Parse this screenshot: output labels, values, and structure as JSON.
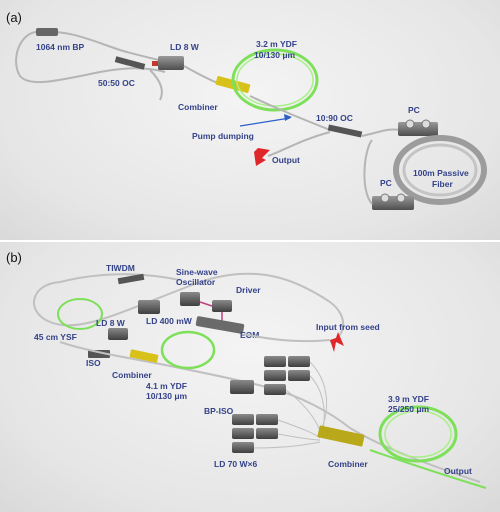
{
  "panel_a": {
    "tag": "(a)",
    "labels": {
      "bp": "1064 nm BP",
      "oc5050": "50:50 OC",
      "ld": "LD 8 W",
      "ydf_1": "3.2 m YDF",
      "ydf_2": "10/130 μm",
      "combiner": "Combiner",
      "pump_dump": "Pump dumping",
      "oc1090": "10:90 OC",
      "output": "Output",
      "pc1": "PC",
      "pc2": "PC",
      "fiber_1": "100m  Passive",
      "fiber_2": "Fiber"
    }
  },
  "panel_b": {
    "tag": "(b)",
    "labels": {
      "tiwdm": "TIWDM",
      "sine_1": "Sine-wave",
      "sine_2": "Oscillator",
      "driver": "Driver",
      "ld8": "LD 8 W",
      "ld400": "LD 400 mW",
      "eom": "EOM",
      "input_seed": "Input from seed",
      "ysf": "45 cm YSF",
      "iso": "ISO",
      "combiner1": "Combiner",
      "ydf1_1": "4.1 m YDF",
      "ydf1_2": "10/130 μm",
      "bpiso": "BP-ISO",
      "ydf2_1": "3.9 m YDF",
      "ydf2_2": "25/250 μm",
      "ld70": "LD 70 W×6",
      "combiner2": "Combiner",
      "output": "Output"
    }
  },
  "colors": {
    "label": "#34428a",
    "active_fiber": "#7ee05a",
    "passive_fiber": "#b5b5b5",
    "combiner": "#d8c21a",
    "arrow": "#e0262a"
  }
}
